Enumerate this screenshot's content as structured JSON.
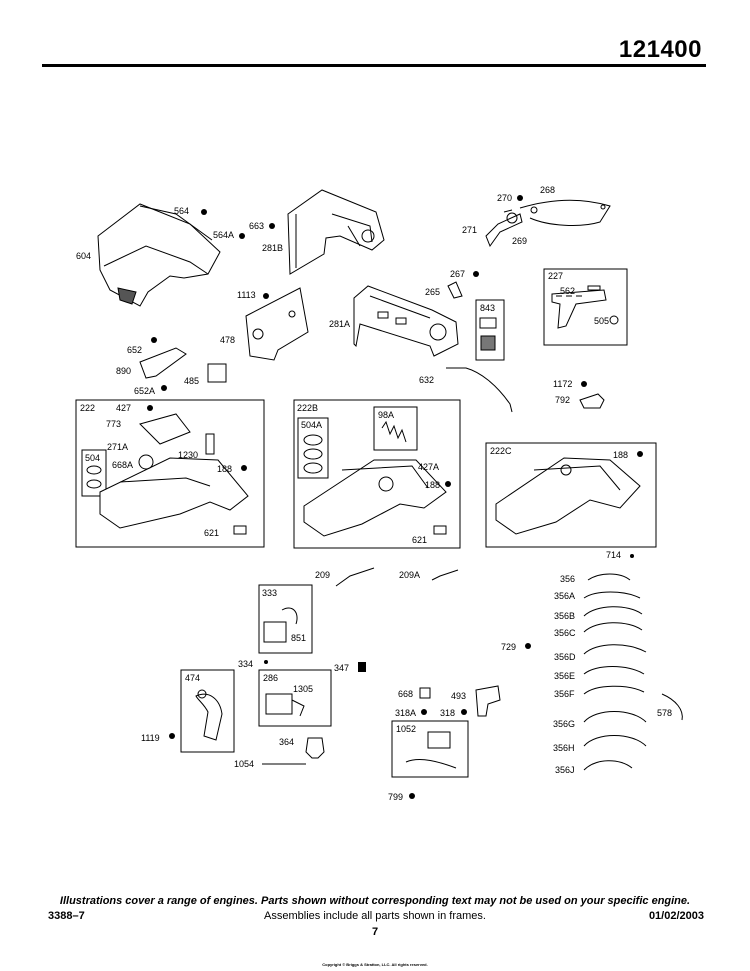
{
  "header": {
    "model_number": "121400"
  },
  "footer": {
    "note": "Illustrations cover a range of engines. Parts shown without corresponding text may not be used on your specific engine.",
    "doc_code": "3388–7",
    "assemblies_note": "Assemblies include all parts shown in frames.",
    "date": "01/02/2003",
    "page_number": "7",
    "copyright": "Copyright © Briggs & Stratton, LLC. All rights reserved."
  },
  "frames": {
    "f227": "227",
    "f843": "843",
    "f222": "222",
    "f504": "504",
    "f222B": "222B",
    "f504A": "504A",
    "f98A": "98A",
    "f222C": "222C",
    "f333": "333",
    "f474": "474",
    "f286": "286",
    "f1052": "1052"
  },
  "parts": {
    "p270": "270",
    "p268": "268",
    "p271": "271",
    "p269": "269",
    "p564": "564",
    "p663": "663",
    "p564A": "564A",
    "p281B": "281B",
    "p604": "604",
    "p267": "267",
    "p265": "265",
    "p562": "562",
    "p505": "505",
    "p1113": "1113",
    "p281A": "281A",
    "p478": "478",
    "p652": "652",
    "p890": "890",
    "p485": "485",
    "p652A": "652A",
    "p632": "632",
    "p1172": "1172",
    "p792": "792",
    "p427": "427",
    "p773": "773",
    "p271A": "271A",
    "p668A": "668A",
    "p1230": "1230",
    "p188a": "188",
    "p621a": "621",
    "p427A": "427A",
    "p188b": "188",
    "p621b": "621",
    "p188c": "188",
    "p714": "714",
    "p209": "209",
    "p209A": "209A",
    "p356": "356",
    "p356A": "356A",
    "p356B": "356B",
    "p356C": "356C",
    "p851": "851",
    "p729": "729",
    "p356D": "356D",
    "p334": "334",
    "p347": "347",
    "p356E": "356E",
    "p1305": "1305",
    "p668": "668",
    "p493": "493",
    "p356F": "356F",
    "p578": "578",
    "p318A": "318A",
    "p318": "318",
    "p356G": "356G",
    "p1119": "1119",
    "p364": "364",
    "p356H": "356H",
    "p1054": "1054",
    "p356J": "356J",
    "p799": "799"
  }
}
